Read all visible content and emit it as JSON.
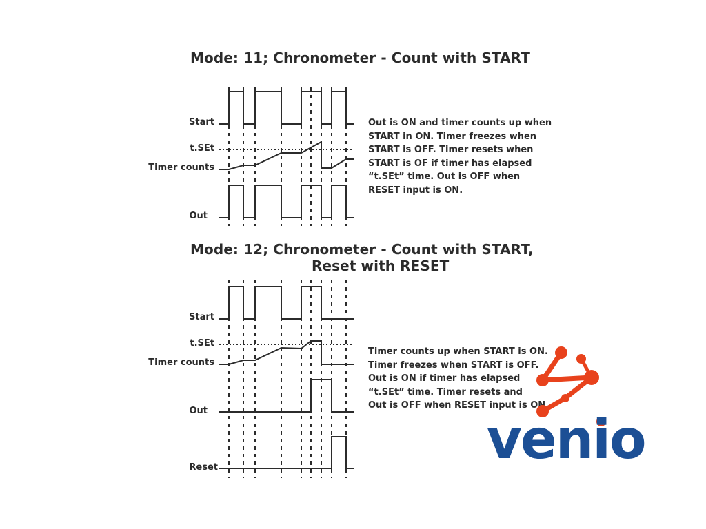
{
  "mode11": {
    "title": "Mode: 11; Chronometer - Count with START",
    "labels": {
      "start": "Start",
      "tset": "t.SEt",
      "timer": "Timer counts",
      "out": "Out"
    },
    "description": [
      "Out is ON and timer counts up when",
      "START in ON. Timer freezes when",
      "START is OFF. Timer resets when",
      "START is OF if timer has elapsed",
      "“t.SEt” time. Out is OFF when",
      "RESET input is ON."
    ]
  },
  "mode12": {
    "title_line1": "Mode: 12; Chronometer - Count with START,",
    "title_line2": "Reset with RESET",
    "labels": {
      "start": "Start",
      "tset": "t.SEt",
      "timer": "Timer counts",
      "out": "Out",
      "reset": "Reset"
    },
    "description": [
      "Timer counts up when START is ON.",
      "Timer freezes when START is OFF.",
      "Out is ON if timer has elapsed",
      "“t.SEt” time. Timer resets and",
      "Out is OFF when RESET input is ON."
    ]
  },
  "logo": {
    "text": "venio",
    "colors": {
      "text": "#1c4f95",
      "mark": "#e8421c"
    }
  },
  "colors": {
    "ink": "#2b2b2b",
    "background": "#ffffff"
  }
}
